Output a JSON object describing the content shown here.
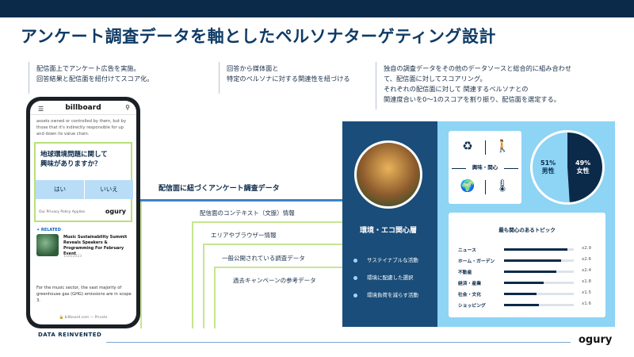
{
  "title": "アンケート調査データを軸としたペルソナターゲティング設計",
  "columns": [
    {
      "lines": [
        "配信面上でアンケート広告を実施。",
        "回答結果と配信面を紐付けてスコア化。"
      ]
    },
    {
      "lines": [
        "回答から媒体面と",
        "特定のペルソナに対する関連性を紐づける"
      ]
    },
    {
      "lines": [
        "独自の調査データをその他のデータソースと総合的に組み合わせ",
        "て、配信面に対してスコアリング。",
        "それぞれの配信面に対して 関連するペルソナとの",
        "関連度合いを0～1のスコアを割り振り、配信面を選定する。"
      ]
    }
  ],
  "phone": {
    "site_logo": "billboard",
    "article_text": "assets owned or controlled by them, but by those that it's indirectly responsible for up and down its value chain.",
    "survey_question_line1": "地球環境問題に関して",
    "survey_question_line2": "興味がありますか？",
    "answer_yes": "はい",
    "answer_no": "いいえ",
    "privacy_text": "Our Privacy Policy Applies",
    "ad_brand": "ogury",
    "related_label": "✦ RELATED",
    "related_title": "Music Sustainability Summit Reveals Speakers & Programming For February Event",
    "related_date": "1/20/2023",
    "body_text": "For the music sector, the vast majority of greenhouse gas (GHG) emissions are in scope 3.",
    "url": "🔒 billboard.com — Private"
  },
  "connector": {
    "main_label": "配信面に紐づくアンケート調査データ",
    "steps": [
      "配信面のコンテキスト（文脈）情報",
      "エリアやブラウザー情報",
      "一般公開されている調査データ",
      "過去キャンペーンの参考データ"
    ]
  },
  "segment": {
    "label": "環境・エコ関心層",
    "bullets": [
      "サステイナブルな活動",
      "環境に配慮した選択",
      "環境負荷を減らす活動"
    ]
  },
  "interests": {
    "label": "興味・関心",
    "icons": [
      "recycle-icon",
      "hiking-icon",
      "globe-icon",
      "thermometer-icon"
    ]
  },
  "gender": {
    "male_pct": "51%",
    "male_label": "男性",
    "female_pct": "49%",
    "female_label": "女性",
    "male_share": 0.51,
    "male_color": "#8dd4f5",
    "female_color": "#0b2a4a"
  },
  "topics": {
    "title": "最も関心のあるトピック",
    "items": [
      {
        "name": "ニュース",
        "value": "x2.9",
        "score": 2.9
      },
      {
        "name": "ホーム・ガーデン",
        "value": "x2.6",
        "score": 2.6
      },
      {
        "name": "不動産",
        "value": "x2.4",
        "score": 2.4
      },
      {
        "name": "経済・産業",
        "value": "x1.8",
        "score": 1.8
      },
      {
        "name": "社会・文化",
        "value": "x1.5",
        "score": 1.5
      },
      {
        "name": "ショッピング",
        "value": "x1.6",
        "score": 1.6
      }
    ]
  },
  "footer": {
    "tagline": "DATA REINVENTED",
    "brand": "ogury"
  },
  "colors": {
    "navy": "#0b2a4a",
    "accent_blue": "#3b82c8",
    "light_blue": "#8dd4f5",
    "lime": "#c6e58f"
  }
}
